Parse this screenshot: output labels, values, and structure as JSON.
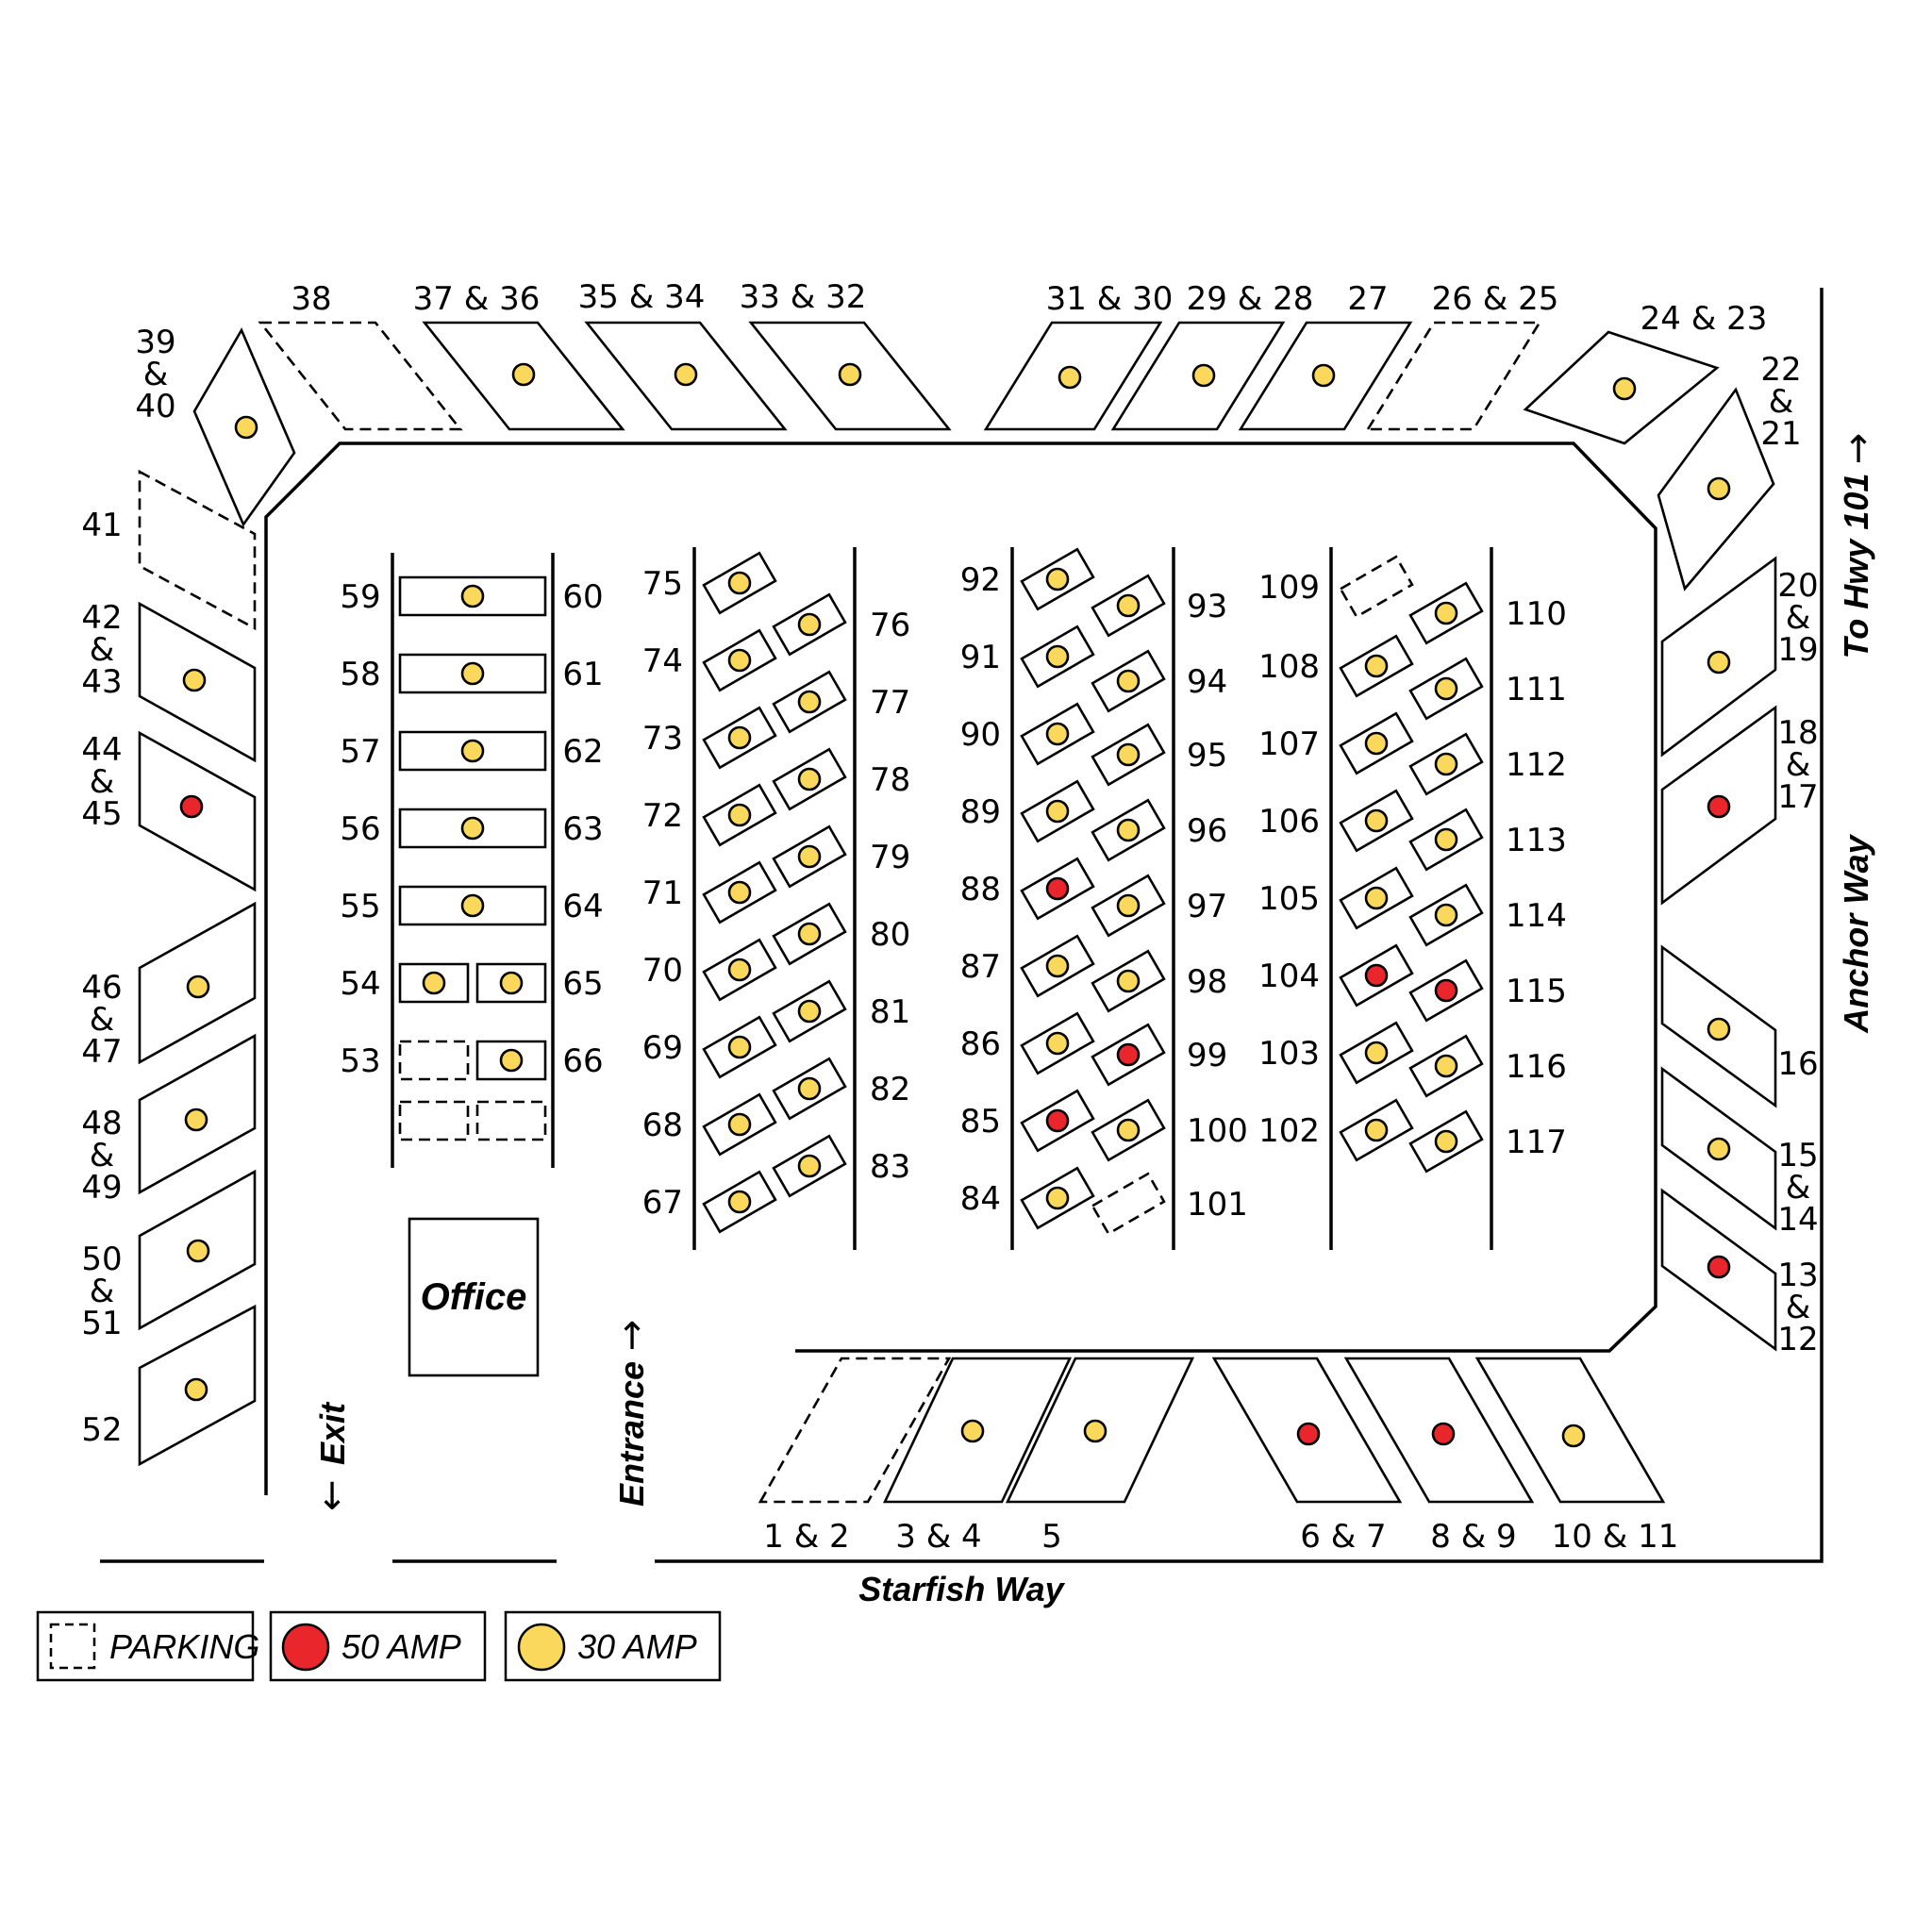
{
  "colors": {
    "amp50": "#e8262b",
    "amp30": "#f9d85c",
    "line": "#000000",
    "background": "#ffffff"
  },
  "streets": {
    "bottom": "Starfish Way",
    "right": "Anchor Way",
    "highway": "To Hwy 101"
  },
  "arrows": {
    "up_arrow": "↑",
    "down_arrow": "↓"
  },
  "labels": {
    "exit": "Exit",
    "entrance": "Entrance",
    "office": "Office"
  },
  "legend": {
    "parking": "PARKING",
    "amp50": "50 AMP",
    "amp30": "30 AMP"
  },
  "perimeter_sites": [
    {
      "id": "p38",
      "label": "38",
      "hookup": "parking"
    },
    {
      "id": "p3736",
      "label": "37 & 36",
      "hookup": "30"
    },
    {
      "id": "p3534",
      "label": "35 & 34",
      "hookup": "30"
    },
    {
      "id": "p3332",
      "label": "33 & 32",
      "hookup": "30"
    },
    {
      "id": "p3130",
      "label": "31 & 30",
      "hookup": "30"
    },
    {
      "id": "p2928",
      "label": "29 & 28",
      "hookup": "30"
    },
    {
      "id": "p27",
      "label": "27",
      "hookup": "30"
    },
    {
      "id": "p2625",
      "label": "26 & 25",
      "hookup": "parking"
    },
    {
      "id": "p2423",
      "label": "24 & 23",
      "hookup": "30"
    },
    {
      "id": "p2221",
      "label": "22 & 21",
      "hookup": "30"
    },
    {
      "id": "p2019",
      "label": "20 & 19",
      "hookup": "30"
    },
    {
      "id": "p1817",
      "label": "18 & 17",
      "hookup": "50"
    },
    {
      "id": "p16",
      "label": "16",
      "hookup": "30"
    },
    {
      "id": "p1514",
      "label": "15 & 14",
      "hookup": "30"
    },
    {
      "id": "p1312",
      "label": "13 & 12",
      "hookup": "50"
    },
    {
      "id": "p1011",
      "label": "10 & 11",
      "hookup": "30"
    },
    {
      "id": "p89",
      "label": "8 & 9",
      "hookup": "50"
    },
    {
      "id": "p67",
      "label": "6 & 7",
      "hookup": "50"
    },
    {
      "id": "p5",
      "label": "5",
      "hookup": "30"
    },
    {
      "id": "p34",
      "label": "3 & 4",
      "hookup": "30"
    },
    {
      "id": "p12",
      "label": "1 & 2",
      "hookup": "parking"
    },
    {
      "id": "p52",
      "label": "52",
      "hookup": "30"
    },
    {
      "id": "p5051",
      "label": "50 & 51",
      "hookup": "30"
    },
    {
      "id": "p4849",
      "label": "48 & 49",
      "hookup": "30"
    },
    {
      "id": "p4647",
      "label": "46 & 47",
      "hookup": "30"
    },
    {
      "id": "p4445",
      "label": "44 & 45",
      "hookup": "50"
    },
    {
      "id": "p4243",
      "label": "42 & 43",
      "hookup": "30"
    },
    {
      "id": "p41",
      "label": "41",
      "hookup": "parking"
    },
    {
      "id": "p3940",
      "label": "39 & 40",
      "hookup": "30"
    }
  ],
  "row1": {
    "left_labels": [
      "59",
      "58",
      "57",
      "56",
      "55",
      "54",
      "53"
    ],
    "right_labels": [
      "60",
      "61",
      "62",
      "63",
      "64",
      "65",
      "66"
    ],
    "slots": [
      "30",
      "30",
      "30",
      "30",
      "30",
      "30|30",
      "parking|30",
      "parking|parking"
    ]
  },
  "row2": {
    "left": [
      {
        "n": "75",
        "hookup": "30"
      },
      {
        "n": "74",
        "hookup": "30"
      },
      {
        "n": "73",
        "hookup": "30"
      },
      {
        "n": "72",
        "hookup": "30"
      },
      {
        "n": "71",
        "hookup": "30"
      },
      {
        "n": "70",
        "hookup": "30"
      },
      {
        "n": "69",
        "hookup": "30"
      },
      {
        "n": "68",
        "hookup": "30"
      },
      {
        "n": "67",
        "hookup": "30"
      }
    ],
    "right": [
      {
        "n": "76",
        "hookup": "30"
      },
      {
        "n": "77",
        "hookup": "30"
      },
      {
        "n": "78",
        "hookup": "30"
      },
      {
        "n": "79",
        "hookup": "30"
      },
      {
        "n": "80",
        "hookup": "30"
      },
      {
        "n": "81",
        "hookup": "30"
      },
      {
        "n": "82",
        "hookup": "30"
      },
      {
        "n": "83",
        "hookup": "30"
      }
    ]
  },
  "row3": {
    "left": [
      {
        "n": "92",
        "hookup": "30"
      },
      {
        "n": "91",
        "hookup": "30"
      },
      {
        "n": "90",
        "hookup": "30"
      },
      {
        "n": "89",
        "hookup": "30"
      },
      {
        "n": "88",
        "hookup": "50"
      },
      {
        "n": "87",
        "hookup": "30"
      },
      {
        "n": "86",
        "hookup": "30"
      },
      {
        "n": "85",
        "hookup": "50"
      },
      {
        "n": "84",
        "hookup": "30"
      }
    ],
    "right": [
      {
        "n": "93",
        "hookup": "30"
      },
      {
        "n": "94",
        "hookup": "30"
      },
      {
        "n": "95",
        "hookup": "30"
      },
      {
        "n": "96",
        "hookup": "30"
      },
      {
        "n": "97",
        "hookup": "30"
      },
      {
        "n": "98",
        "hookup": "30"
      },
      {
        "n": "99",
        "hookup": "50"
      },
      {
        "n": "100",
        "hookup": "30"
      },
      {
        "n": "101",
        "hookup": "parking"
      }
    ]
  },
  "row4": {
    "left": [
      {
        "n": "109",
        "hookup": "parking"
      },
      {
        "n": "108",
        "hookup": "30"
      },
      {
        "n": "107",
        "hookup": "30"
      },
      {
        "n": "106",
        "hookup": "30"
      },
      {
        "n": "105",
        "hookup": "30"
      },
      {
        "n": "104",
        "hookup": "50"
      },
      {
        "n": "103",
        "hookup": "30"
      },
      {
        "n": "102",
        "hookup": "30"
      }
    ],
    "right": [
      {
        "n": "110",
        "hookup": "30"
      },
      {
        "n": "111",
        "hookup": "30"
      },
      {
        "n": "112",
        "hookup": "30"
      },
      {
        "n": "113",
        "hookup": "30"
      },
      {
        "n": "114",
        "hookup": "30"
      },
      {
        "n": "115",
        "hookup": "50"
      },
      {
        "n": "116",
        "hookup": "30"
      },
      {
        "n": "117",
        "hookup": "30"
      }
    ]
  }
}
